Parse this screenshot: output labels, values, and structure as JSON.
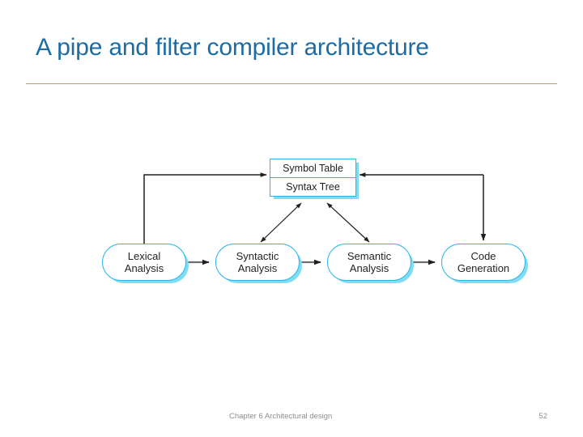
{
  "slide": {
    "title": "A pipe and filter compiler architecture",
    "title_color": "#1D6CA3",
    "rule_color": "#A9A464",
    "background": "#FFFFFF"
  },
  "diagram": {
    "type": "pipe-and-filter-compiler",
    "node_border_color": "#2BB6E8",
    "node_shadow_color": "#7FDCF5",
    "node_fill": "#FFFFFF",
    "connector_color": "#231F20",
    "pipe_color": "#6D6E71",
    "store": {
      "name": "symbol-table-syntax-tree",
      "rows": [
        "Symbol Table",
        "Syntax Tree"
      ]
    },
    "stages": [
      {
        "id": "lexical",
        "line1": "Lexical",
        "line2": "Analysis"
      },
      {
        "id": "syntactic",
        "line1": "Syntactic",
        "line2": "Analysis"
      },
      {
        "id": "semantic",
        "line1": "Semantic",
        "line2": "Analysis"
      },
      {
        "id": "codegen",
        "line1": "Code",
        "line2": "Generation"
      }
    ],
    "connections": [
      {
        "from": "lexical",
        "to": "store",
        "style": "orthogonal",
        "arrow": "end"
      },
      {
        "from": "store",
        "to": "codegen",
        "style": "orthogonal",
        "arrow": "both-ends"
      },
      {
        "from": "syntactic",
        "to": "store",
        "style": "diagonal",
        "arrow": "both"
      },
      {
        "from": "semantic",
        "to": "store",
        "style": "diagonal",
        "arrow": "both"
      },
      {
        "from": "lexical",
        "to": "syntactic",
        "style": "pipe",
        "arrow": "end"
      },
      {
        "from": "syntactic",
        "to": "semantic",
        "style": "pipe",
        "arrow": "end"
      },
      {
        "from": "semantic",
        "to": "codegen",
        "style": "pipe",
        "arrow": "end"
      }
    ]
  },
  "footer": {
    "chapter": "Chapter 6 Architectural design",
    "page_number": "52"
  }
}
